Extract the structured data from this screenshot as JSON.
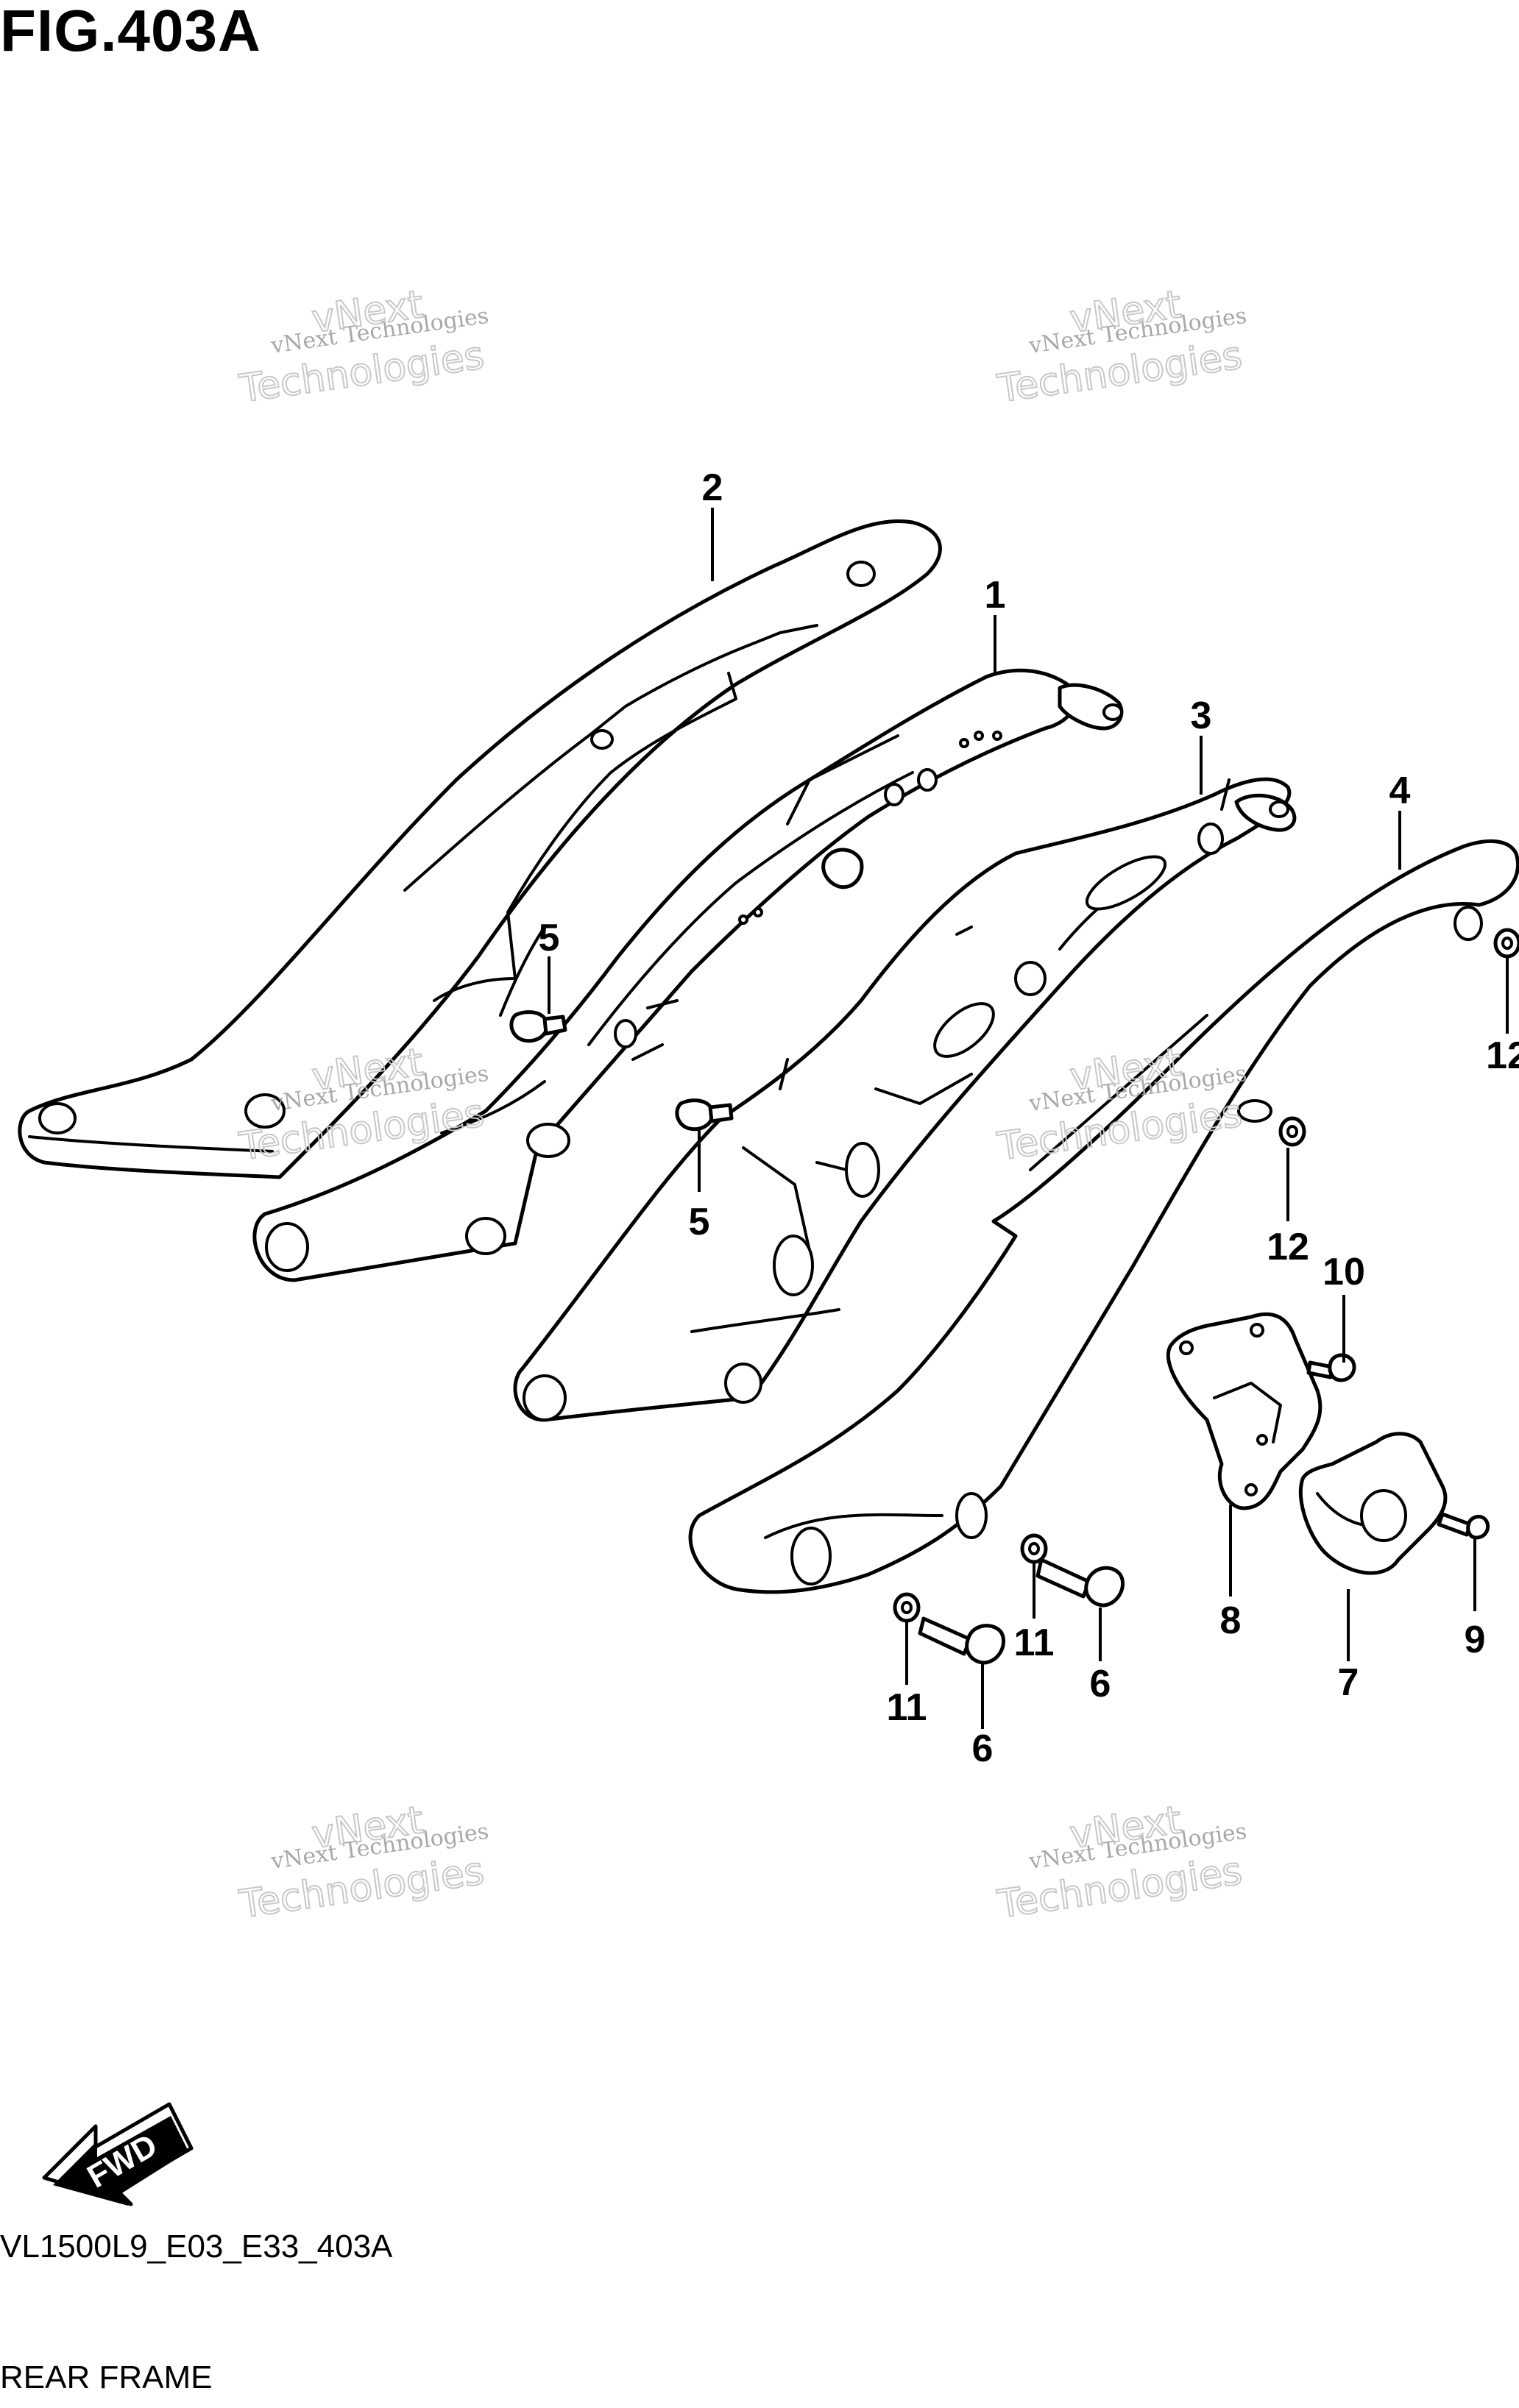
{
  "figure": {
    "title": "FIG.403A",
    "code": "VL1500L9_E03_E33_403A",
    "name": "REAR FRAME"
  },
  "callouts": [
    "1",
    "2",
    "3",
    "4",
    "5",
    "5",
    "6",
    "6",
    "7",
    "8",
    "9",
    "10",
    "11",
    "11",
    "12",
    "12"
  ],
  "watermark": {
    "line1": "vNext Technologies",
    "line2": "vNext",
    "line3": "Technologies"
  },
  "fwd_arrow": {
    "label": "FWD",
    "icon": "fwd-arrow-icon"
  }
}
